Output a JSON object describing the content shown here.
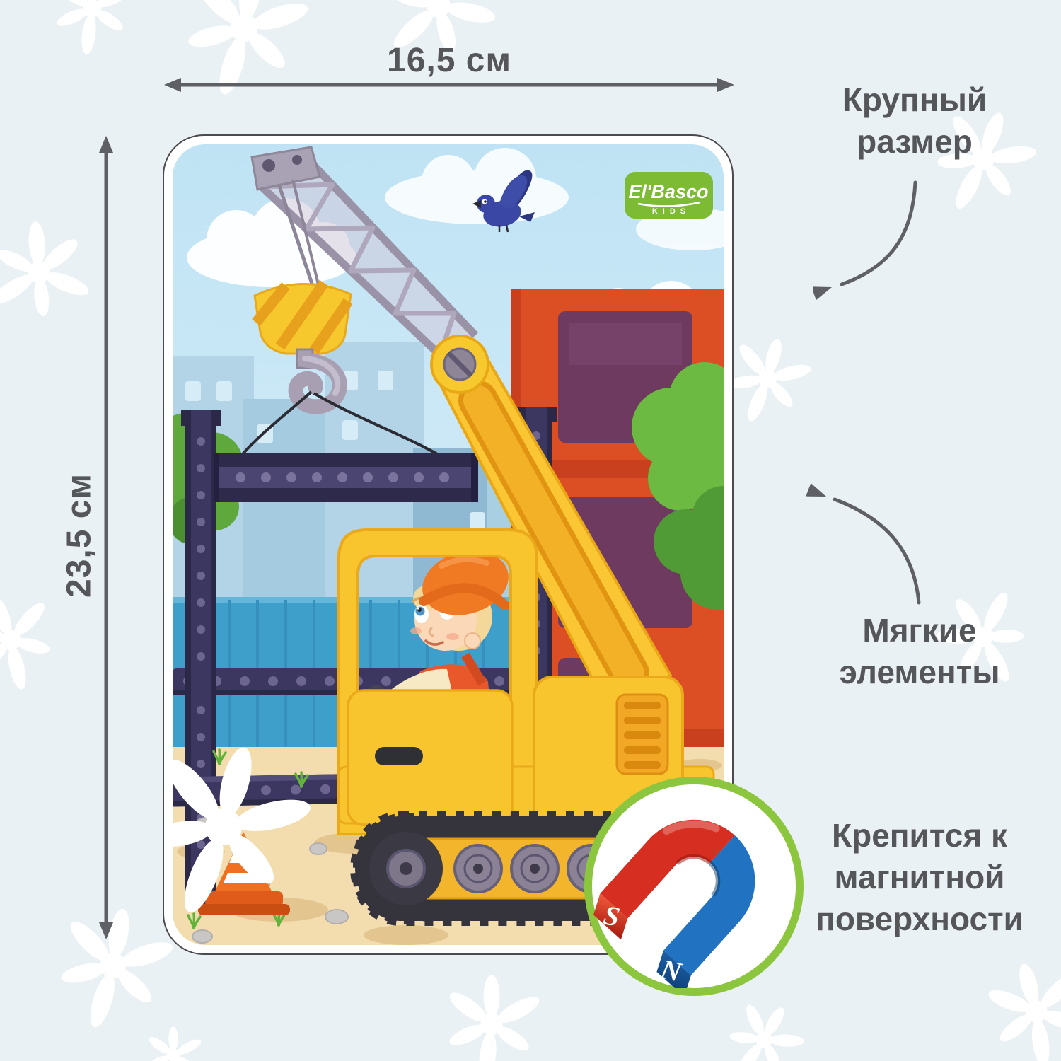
{
  "annotations": {
    "width_label": "16,5 см",
    "height_label": "23,5 см",
    "callout_size": "Крупный размер",
    "callout_soft": "Мягкие элементы",
    "callout_magnet": "Крепится к магнитной поверхности"
  },
  "card": {
    "brand": {
      "name": "El'Basco",
      "sub": "KIDS"
    },
    "scene": "boy in orange helmet operating a yellow crawler crane lifting a steel beam at a construction site, blue bird in sky, red building, blue fence, traffic cone"
  },
  "magnet_badge": {
    "south_label": "S",
    "north_label": "N"
  },
  "colors": {
    "background": "#EAF1F4",
    "annotation_text": "#55565A",
    "arrow": "#5E6065",
    "badge_ring": "#8CC63E",
    "magnet_red": "#D62E20",
    "magnet_blue": "#2173C2",
    "logo_green": "#7CBB33",
    "crane_yellow": "#F9C52F",
    "building_red": "#DC4E24",
    "steel_navy": "#3C3760",
    "fence_blue": "#3F9FCB",
    "sand": "#F3DDAE"
  }
}
